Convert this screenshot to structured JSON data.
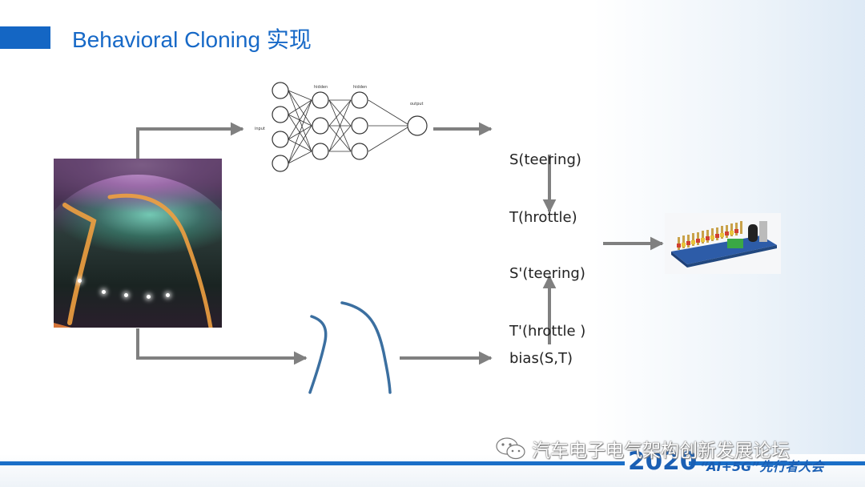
{
  "slide": {
    "title": "Behavioral Cloning 实现",
    "network": {
      "input_label": "input",
      "hidden_label_1": "hidden",
      "hidden_label_2": "hidden",
      "output_label": "output"
    },
    "output_label": [
      "S(teering)",
      "T(hrottle)"
    ],
    "adjusted_label": [
      "S'(teering)",
      "T'(hrottle )"
    ],
    "bias_label": "bias(S,T)",
    "images": {
      "camera_view": "track-camera-photo",
      "controller_board": "servo-driver-board-photo"
    },
    "colors": {
      "accent": "#1466c4",
      "title": "#1769c7",
      "arrow": "#808080",
      "curve": "#3b6fa0"
    }
  },
  "footer": {
    "watermark_text": "汽车电子电气架构创新发展论坛",
    "watermark_icon": "wechat-icon",
    "year": "2020",
    "conference": "“AI+5G”先行者大会"
  }
}
